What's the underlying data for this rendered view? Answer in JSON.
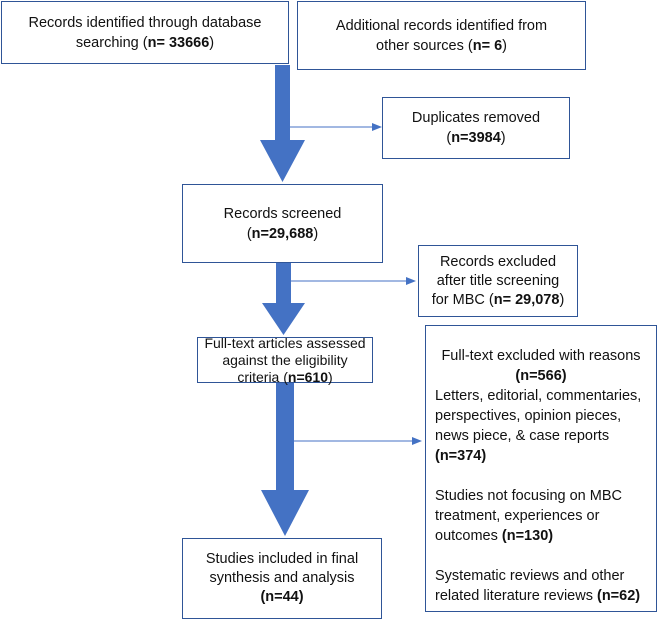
{
  "identification": {
    "db": {
      "text": "Records identified through database searching (",
      "count": "n= 33666",
      "close": ")"
    },
    "other": {
      "text": "Additional records identified from other sources (",
      "count": "n= 6",
      "close": ")"
    }
  },
  "duplicates": {
    "label": "Duplicates removed",
    "open": "(",
    "count": "n=3984",
    "close": ")"
  },
  "screened": {
    "label": "Records screened",
    "open": "(",
    "count": "n=29,688",
    "close": ")"
  },
  "excluded_title": {
    "line1": "Records excluded",
    "line2": "after title screening",
    "line3": "for MBC (",
    "count": "n= 29,078",
    "close": ")"
  },
  "fulltext": {
    "text": "Full-text articles assessed against the eligibility criteria (",
    "count": "n=610",
    "close": ")"
  },
  "excluded_fulltext": {
    "heading": "Full-text excluded with reasons",
    "heading_count": "(n=566)",
    "reason1": {
      "text": "Letters, editorial, commentaries, perspectives, opinion pieces, news piece, & case reports ",
      "count": "(n=374)"
    },
    "reason2": {
      "text": "Studies not focusing on MBC treatment, experiences or outcomes ",
      "count": "(n=130)"
    },
    "reason3": {
      "text": "Systematic reviews and other related literature reviews ",
      "count": "(n=62)"
    }
  },
  "included": {
    "line1": "Studies included in final",
    "line2": "synthesis and analysis",
    "count": "(n=44)"
  },
  "colors": {
    "border": "#2f5597",
    "arrow": "#4472c4"
  }
}
